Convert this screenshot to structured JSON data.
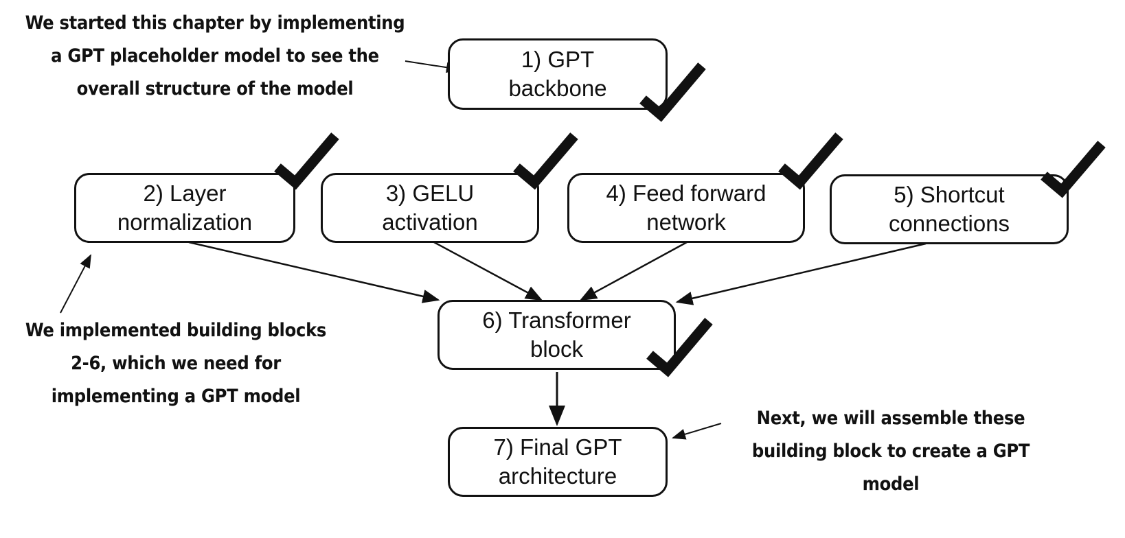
{
  "boxes": {
    "gpt_backbone": {
      "line1": "1) GPT",
      "line2": "backbone",
      "checked": true
    },
    "layer_norm": {
      "line1": "2) Layer",
      "line2": "normalization",
      "checked": true
    },
    "gelu": {
      "line1": "3) GELU",
      "line2": "activation",
      "checked": true
    },
    "feed_forward": {
      "line1": "4) Feed forward",
      "line2": "network",
      "checked": true
    },
    "shortcut": {
      "line1": "5) Shortcut",
      "line2": "connections",
      "checked": true
    },
    "transformer": {
      "line1": "6) Transformer",
      "line2": "block",
      "checked": true
    },
    "final_gpt": {
      "line1": "7) Final GPT",
      "line2": "architecture",
      "checked": false
    }
  },
  "annotations": {
    "top_left": [
      "We started this chapter by implementing",
      "a GPT placeholder model to see the",
      "overall structure of the model"
    ],
    "bottom_left": [
      "We implemented building blocks",
      "2-6, which we need for",
      "implementing a GPT model"
    ],
    "bottom_right": [
      "Next, we will assemble these",
      "building block to create a GPT",
      "model"
    ]
  },
  "colors": {
    "stroke": "#111111",
    "background": "#ffffff"
  }
}
